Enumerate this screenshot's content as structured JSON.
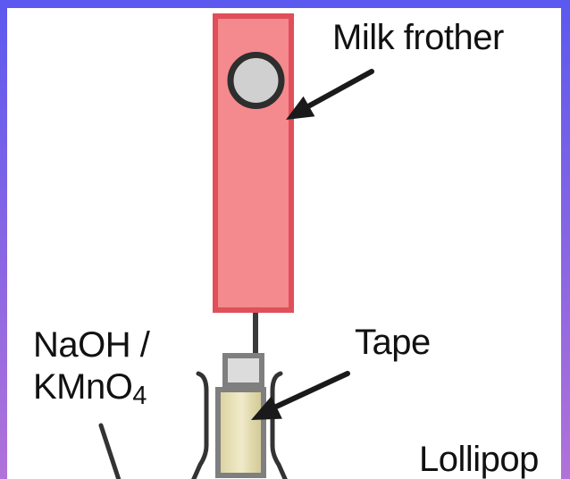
{
  "diagram": {
    "type": "science-experiment-apparatus",
    "labels": {
      "milk_frother": "Milk frother",
      "tape": "Tape",
      "lollipop": "Lollipop",
      "solution_line1": "NaOH /",
      "solution_formula_base": "KMnO",
      "solution_formula_subscript": "4"
    },
    "components": {
      "frother_body": "red rectangular milk-frother handle with round gray button",
      "shaft": "thin dark rod from frother into taped joint",
      "coupling": "small gray collar above tape",
      "tape_wrap": "khaki tape band joining shaft to lollipop sticks",
      "flask_neck": "curled-rim flask neck around the taped joint",
      "solution_pointer": "leader line from NaOH/KMnO4 label toward flask"
    },
    "colors": {
      "background": "#ffffff",
      "frame_gradient_top": "#5b59ef",
      "frame_gradient_bottom": "#b172d9",
      "frother_body_fill": "#f48a8d",
      "frother_body_stroke": "#e04f5a",
      "button_fill": "#d0d0d0",
      "button_stroke": "#2e2e2e",
      "shaft_color": "#3a3a3a",
      "coupling_fill": "#dcdcdc",
      "coupling_stroke": "#7f7f7f",
      "tape_fill": "#e3dcae",
      "tape_stroke": "#7f7f7f",
      "flask_line_color": "#333333",
      "arrow_color": "#1a1a1a",
      "text_color": "#111111"
    }
  }
}
